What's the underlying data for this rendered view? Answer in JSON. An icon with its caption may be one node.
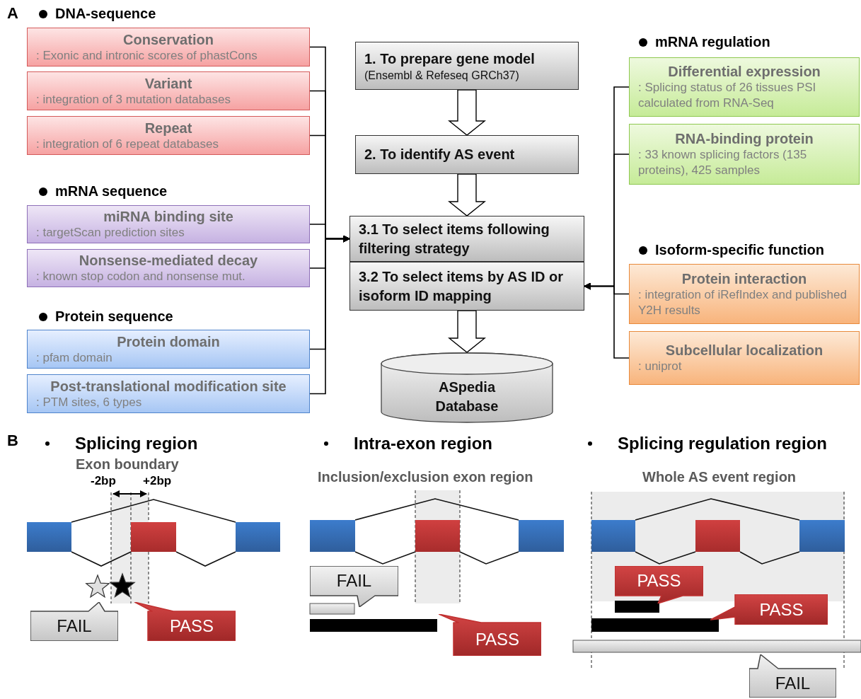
{
  "diagram": {
    "nodes": [
      {
        "text": [
          "Conservation",
          ": Exonic and intronic scores of phastCons"
        ]
      },
      {
        "text": [
          "Variant",
          ": integration of 3 mutation databases"
        ]
      },
      {
        "text": [
          "Repeat",
          ": integration of 6 repeat databases"
        ]
      },
      {
        "text": [
          "miRNA binding site",
          ": targetScan prediction sites"
        ]
      },
      {
        "text": [
          "Nonsense-mediated decay",
          ": known stop codon and nonsense mut."
        ]
      },
      {
        "text": [
          "Protein domain",
          ": pfam domain"
        ]
      },
      {
        "text": [
          "Post-translational modification site",
          ": PTM sites, 6 types"
        ]
      },
      {
        "text": [
          "1. To prepare gene model",
          "(Ensembl & Refeseq GRCh37)"
        ]
      },
      {
        "text": [
          "2. To identify AS event"
        ]
      },
      {
        "text": [
          "3.1 To select items following filtering strategy"
        ]
      },
      {
        "text": [
          "3.2 To select items by AS ID or isoform ID mapping"
        ]
      },
      {
        "text": [
          "ASpedia Database"
        ]
      },
      {
        "text": [
          "Differential expression",
          ": Splicing status of 26 tissues PSI calculated from RNA-Seq"
        ]
      },
      {
        "text": [
          "RNA-binding protein",
          ": 33 known splicing factors (135 proteins), 425 samples"
        ]
      },
      {
        "text": [
          "Protein interaction",
          ": integration of iRefIndex and published Y2H results"
        ]
      },
      {
        "text": [
          "Subcellular localization",
          ": uniprot"
        ]
      }
    ],
    "edges": [
      {
        "from": 0,
        "to": 9,
        "arrow": "to"
      },
      {
        "from": 1,
        "to": 9,
        "arrow": "to"
      },
      {
        "from": 2,
        "to": 9,
        "arrow": "to"
      },
      {
        "from": 3,
        "to": 9,
        "arrow": "to"
      },
      {
        "from": 4,
        "to": 9,
        "arrow": "to"
      },
      {
        "from": 5,
        "to": 9,
        "arrow": "to"
      },
      {
        "from": 6,
        "to": 9,
        "arrow": "to"
      },
      {
        "from": 7,
        "to": 8,
        "arrow": "to",
        "style": "thick"
      },
      {
        "from": 8,
        "to": 9,
        "arrow": "to",
        "style": "thick"
      },
      {
        "from": 10,
        "to": 11,
        "arrow": "to",
        "style": "thick"
      },
      {
        "from": 12,
        "to": 10,
        "arrow": "to"
      },
      {
        "from": 13,
        "to": 10,
        "arrow": "to"
      },
      {
        "from": 14,
        "to": 10,
        "arrow": "to"
      },
      {
        "from": 15,
        "to": 10,
        "arrow": "to"
      }
    ],
    "labels": [
      "A",
      "DNA-sequence",
      "mRNA regulation",
      "mRNA sequence",
      "Isoform-specific function",
      "Protein sequence",
      "B",
      "Splicing region",
      "Intra-exon region",
      "Splicing regulation region",
      "Exon boundary",
      "-2bp",
      "+2bp",
      "Inclusion/exclusion exon region",
      "Whole AS event region",
      "FAIL",
      "PASS",
      "FAIL",
      "PASS",
      "PASS",
      "PASS",
      "FAIL"
    ]
  }
}
